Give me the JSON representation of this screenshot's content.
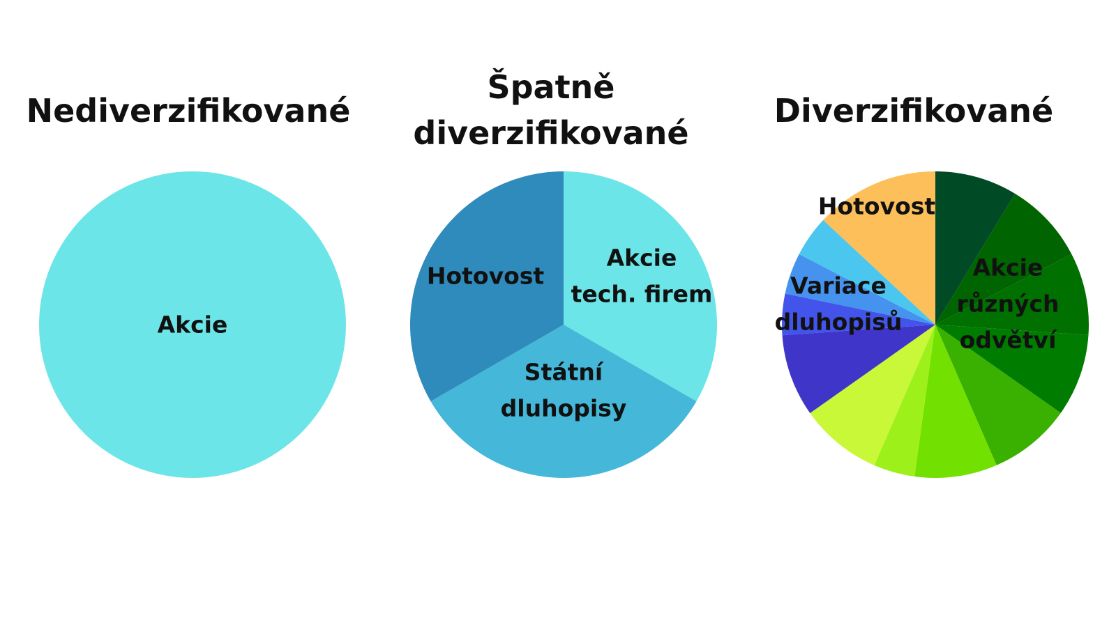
{
  "chart_data": [
    {
      "type": "pie",
      "title": "Nediverzifikované",
      "slices": [
        {
          "label": "Akcie",
          "value": 100,
          "color": "#6ce5e8"
        }
      ],
      "labels": [
        {
          "lines": [
            "Akcie"
          ]
        }
      ]
    },
    {
      "type": "pie",
      "title_lines": [
        "Špatně",
        "diverzifikované"
      ],
      "slices": [
        {
          "label": "Akcie tech. firem",
          "value": 33.33,
          "color": "#6ce5e8"
        },
        {
          "label": "Státní dluhopisy",
          "value": 33.33,
          "color": "#45b7d8"
        },
        {
          "label": "Hotovost",
          "value": 33.34,
          "color": "#2e8bbb"
        }
      ],
      "labels": [
        {
          "lines": [
            "Akcie",
            "tech. firem"
          ]
        },
        {
          "lines": [
            "Státní",
            "dluhopisy"
          ]
        },
        {
          "lines": [
            "Hotovost"
          ]
        }
      ]
    },
    {
      "type": "pie",
      "title": "Diverzifikované",
      "slices": [
        {
          "label": "",
          "value": 8.33,
          "color": "#004a26"
        },
        {
          "label": "",
          "value": 8.33,
          "color": "#006400"
        },
        {
          "label": "",
          "value": 8.33,
          "color": "#007000"
        },
        {
          "label": "",
          "value": 8.33,
          "color": "#007c00"
        },
        {
          "label": "",
          "value": 8.33,
          "color": "#3ab000"
        },
        {
          "label": "",
          "value": 8.33,
          "color": "#72e000"
        },
        {
          "label": "",
          "value": 4.17,
          "color": "#9ef01a"
        },
        {
          "label": "",
          "value": 8.33,
          "color": "#c8f838"
        },
        {
          "label": "",
          "value": 8.33,
          "color": "#3f35c8"
        },
        {
          "label": "",
          "value": 4.17,
          "color": "#4354ea"
        },
        {
          "label": "",
          "value": 4.17,
          "color": "#4593ee"
        },
        {
          "label": "",
          "value": 4.17,
          "color": "#4bc6ee"
        },
        {
          "label": "",
          "value": 12.5,
          "color": "#fcbf5a"
        }
      ],
      "labels": [
        {
          "lines": [
            "Hotovost"
          ]
        },
        {
          "lines": [
            "Variace",
            "dluhopisů"
          ]
        },
        {
          "lines": [
            "Akcie",
            "různých",
            "odvětví"
          ]
        }
      ]
    }
  ]
}
